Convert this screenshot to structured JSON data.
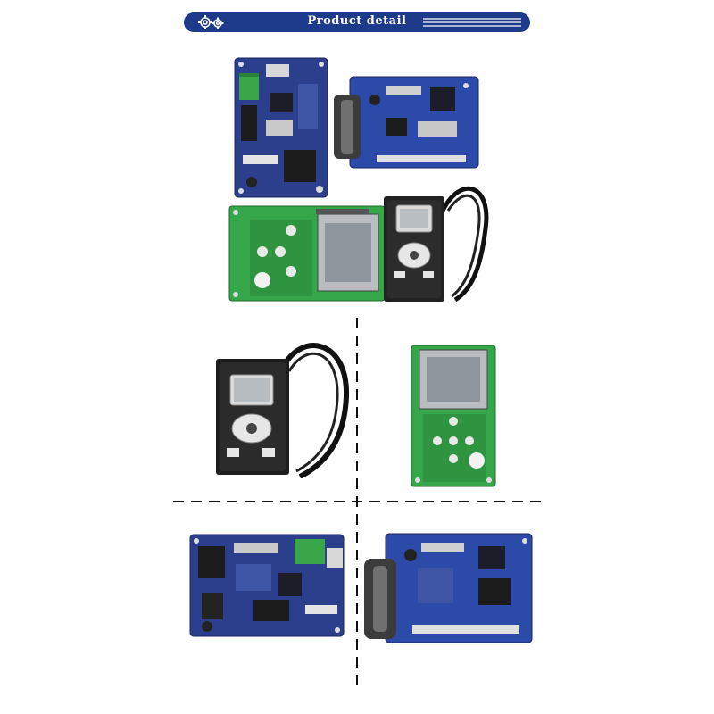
{
  "header": {
    "title": "Product detail",
    "icon": "gears-icon",
    "color": "#1e3a8a"
  },
  "photos": [
    {
      "name": "blue-control-board-photo"
    },
    {
      "name": "blue-main-board-with-ribbon-photo"
    },
    {
      "name": "green-keypad-board-photo"
    },
    {
      "name": "control-panel-with-cable-photo"
    },
    {
      "name": "control-panel-large-photo"
    },
    {
      "name": "green-keypad-board-large-photo"
    },
    {
      "name": "blue-control-board-large-photo"
    },
    {
      "name": "blue-main-board-large-photo"
    }
  ]
}
